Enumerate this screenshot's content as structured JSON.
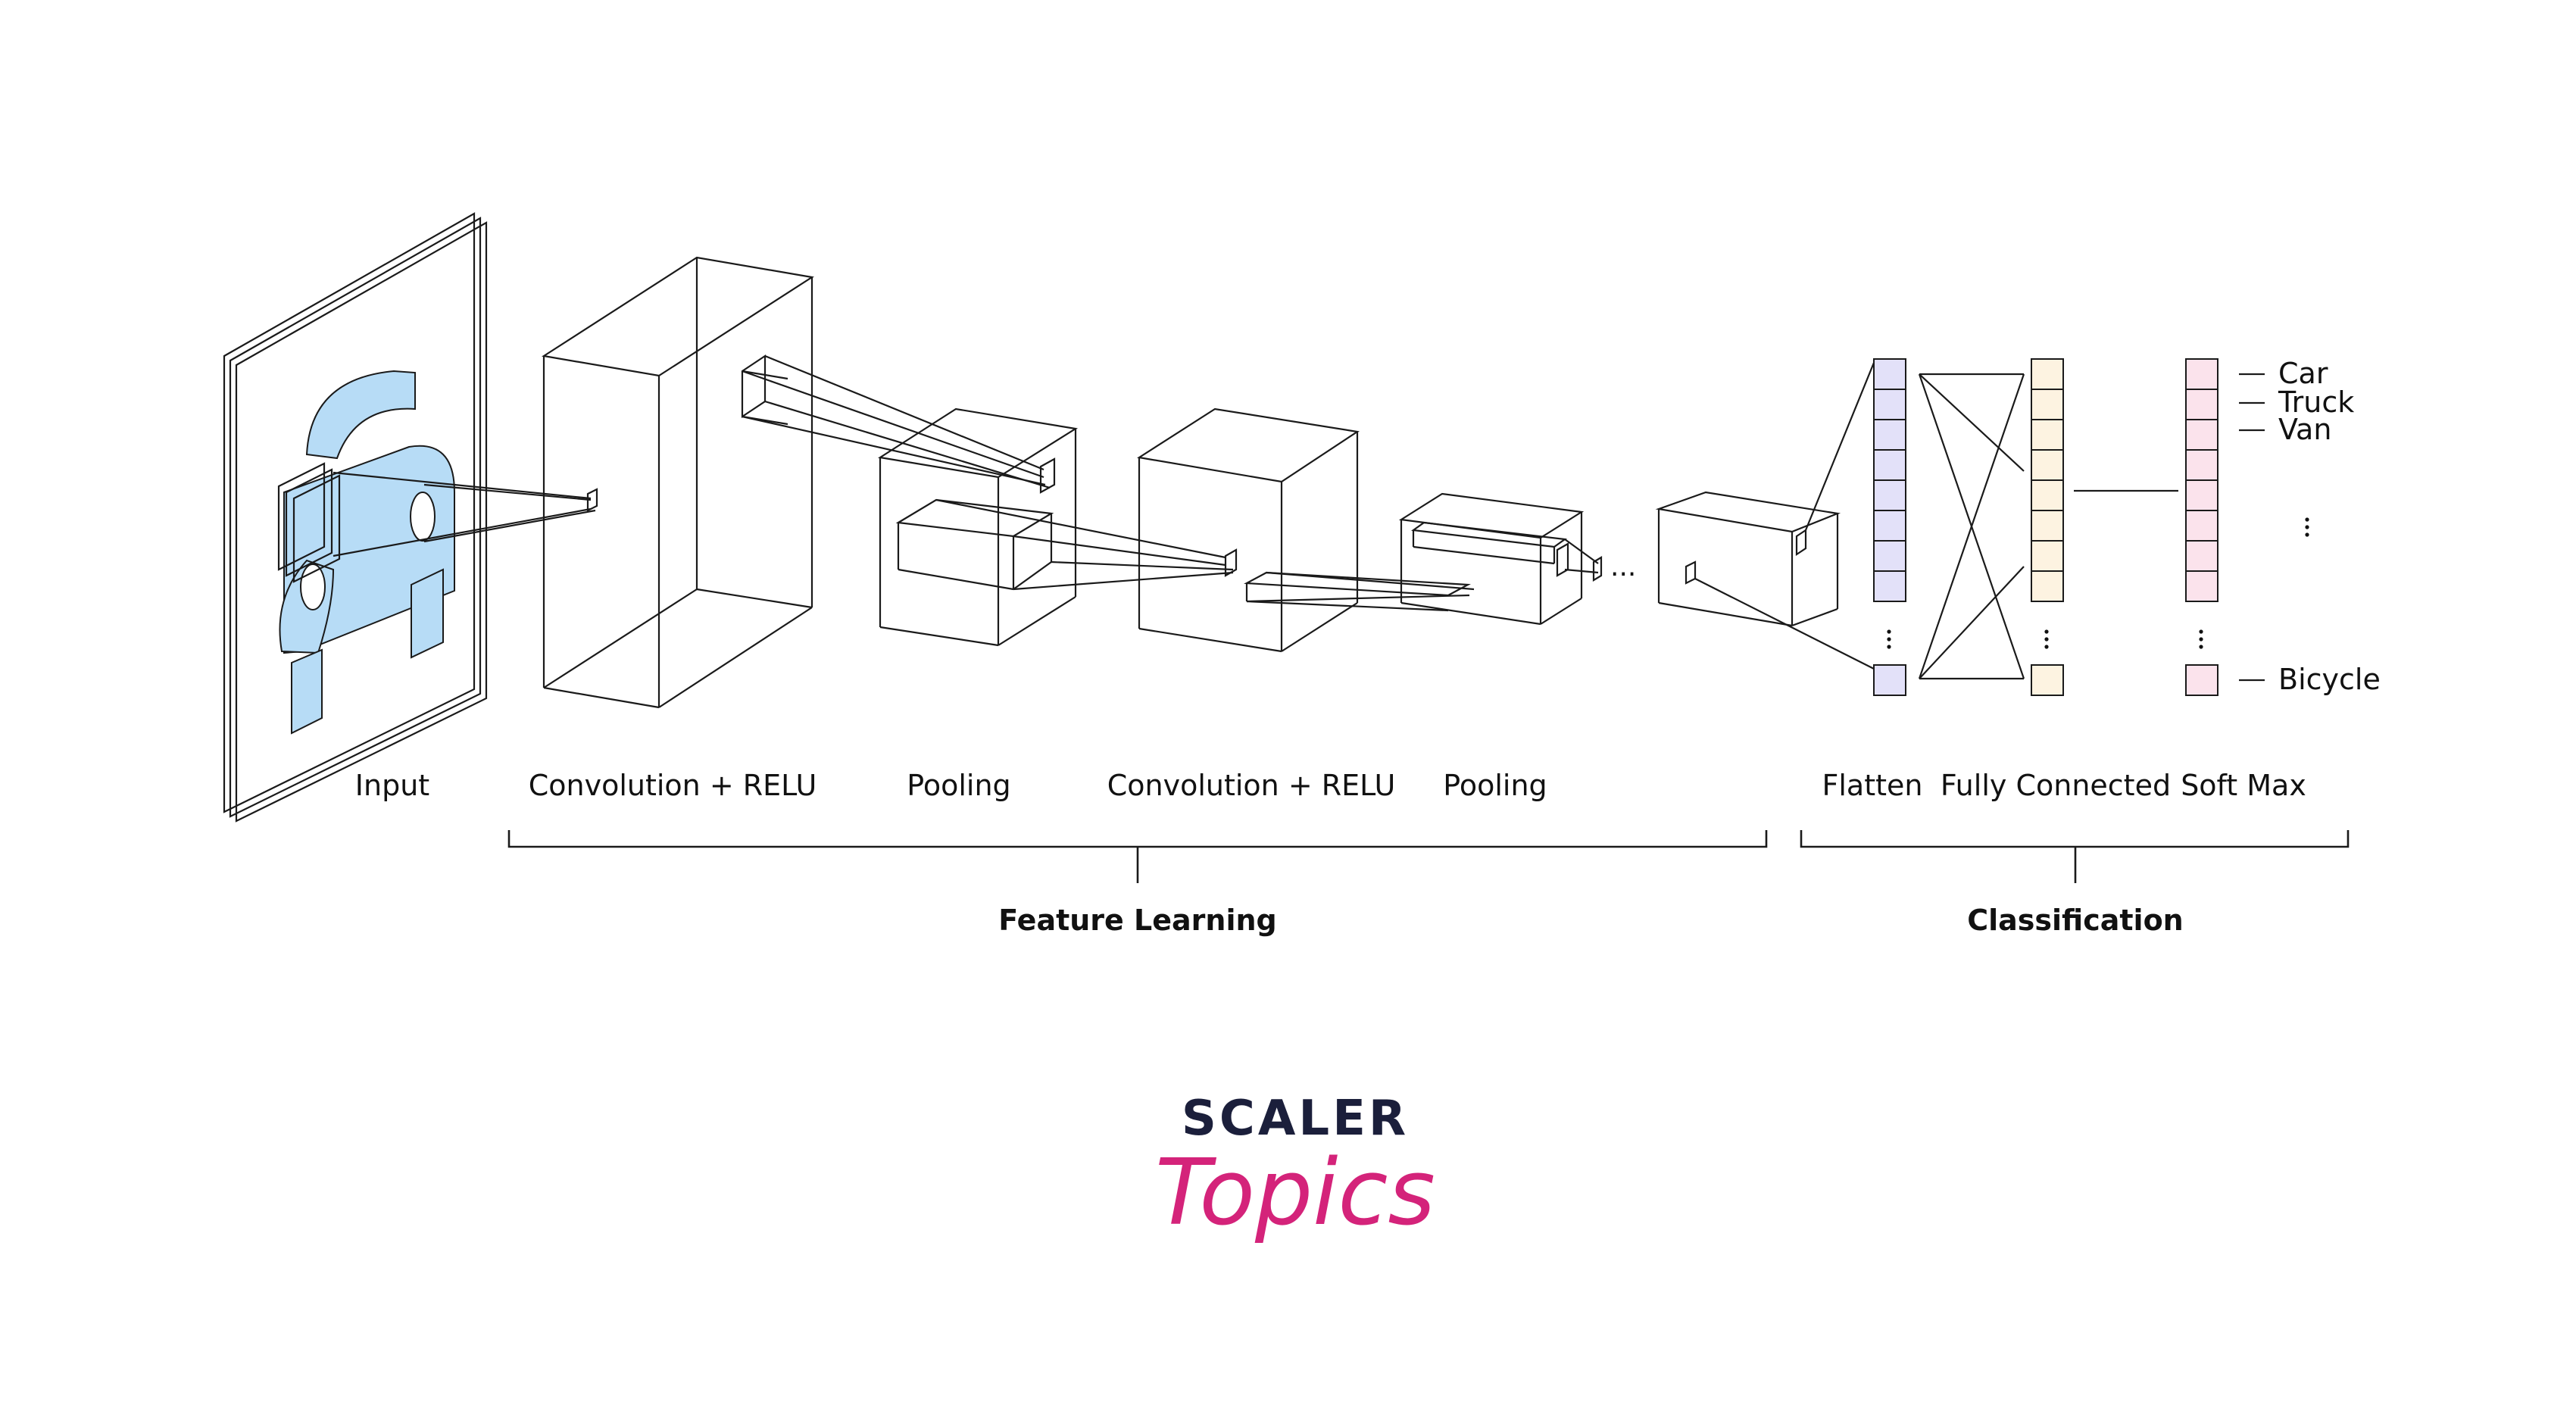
{
  "stages": {
    "input": "Input",
    "conv1": "Convolution + RELU",
    "pool1": "Pooling",
    "conv2": "Convolution + RELU",
    "pool2": "Pooling",
    "flatten": "Flatten",
    "fc": "Fully Connected",
    "softmax": "Soft Max"
  },
  "groups": {
    "feature_learning": "Feature Learning",
    "classification": "Classification"
  },
  "classes": {
    "car": "Car",
    "truck": "Truck",
    "van": "Van",
    "bicycle": "Bicycle"
  },
  "ellipsis": "...",
  "logo": {
    "line1": "SCALER",
    "line2": "Topics"
  },
  "colors": {
    "input_fill": "#b7dcf6",
    "flatten_fill": "#e3e1f9",
    "fc_fill": "#fdf3e1",
    "softmax_fill": "#fbe3ec",
    "logo_dark": "#1b1f3b",
    "logo_accent": "#d4237a",
    "line": "#1a1a1a"
  }
}
